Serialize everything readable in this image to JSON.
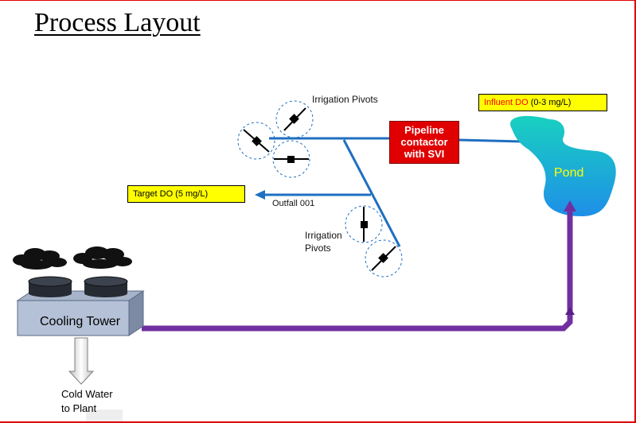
{
  "title": "Process Layout",
  "labels": {
    "influent_prefix": "Influent DO",
    "influent_range": "(0-3 mg/L)",
    "target": "Target DO (5 mg/L)",
    "contactor": [
      "Pipeline",
      "contactor",
      "with SVI"
    ],
    "pond": "Pond",
    "irrigation_top": "Irrigation Pivots",
    "irrigation_bottom": [
      "Irrigation",
      "Pivots"
    ],
    "outfall": "Outfall 001",
    "cooling_tower": "Cooling Tower",
    "cold_water": [
      "Cold Water",
      "to Plant"
    ]
  },
  "colors": {
    "pipe_blue": "#1f6fc0",
    "purple": "#7030a0",
    "contactor_red": "#e00000",
    "label_yellow": "#ffff00",
    "influent_text": "#ff0000",
    "pond_top": "#19d0c0",
    "pond_bottom": "#1e8fe8"
  }
}
